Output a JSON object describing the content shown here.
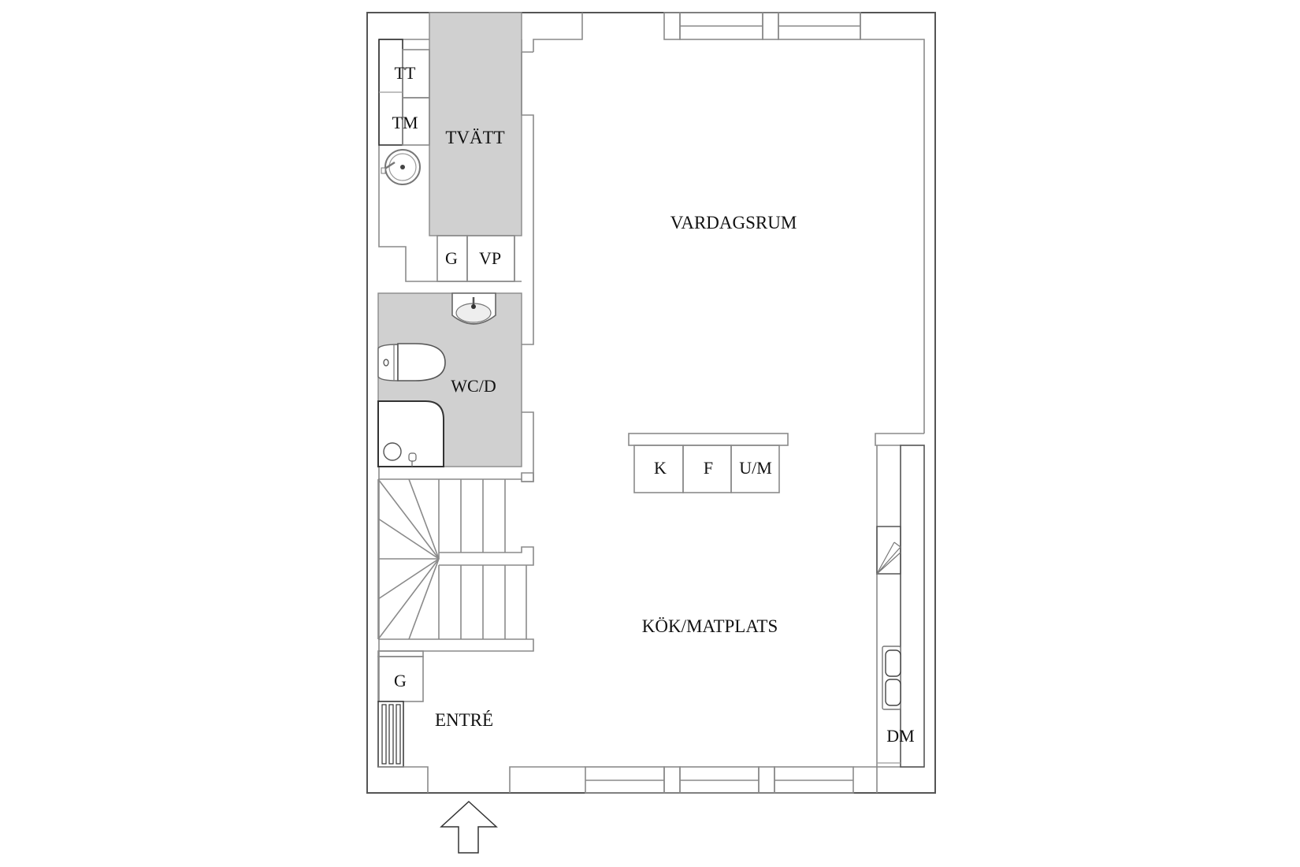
{
  "floorplan": {
    "rooms": {
      "tvatt": "TVÄTT",
      "wcd": "WC/D",
      "vardagsrum": "VARDAGSRUM",
      "kok_matplats": "KÖK/MATPLATS",
      "entre": "ENTRÉ"
    },
    "fixtures": {
      "tt": "TT",
      "tm": "TM",
      "g_laundry": "G",
      "vp": "VP",
      "g_entry": "G",
      "island_k": "K",
      "island_f": "F",
      "island_um": "U/M",
      "dm": "DM"
    },
    "entrance_arrow": "entrance-arrow",
    "colors": {
      "wet_room_fill": "#d0d0d0",
      "wall_stroke": "#555555",
      "background": "#ffffff"
    }
  }
}
